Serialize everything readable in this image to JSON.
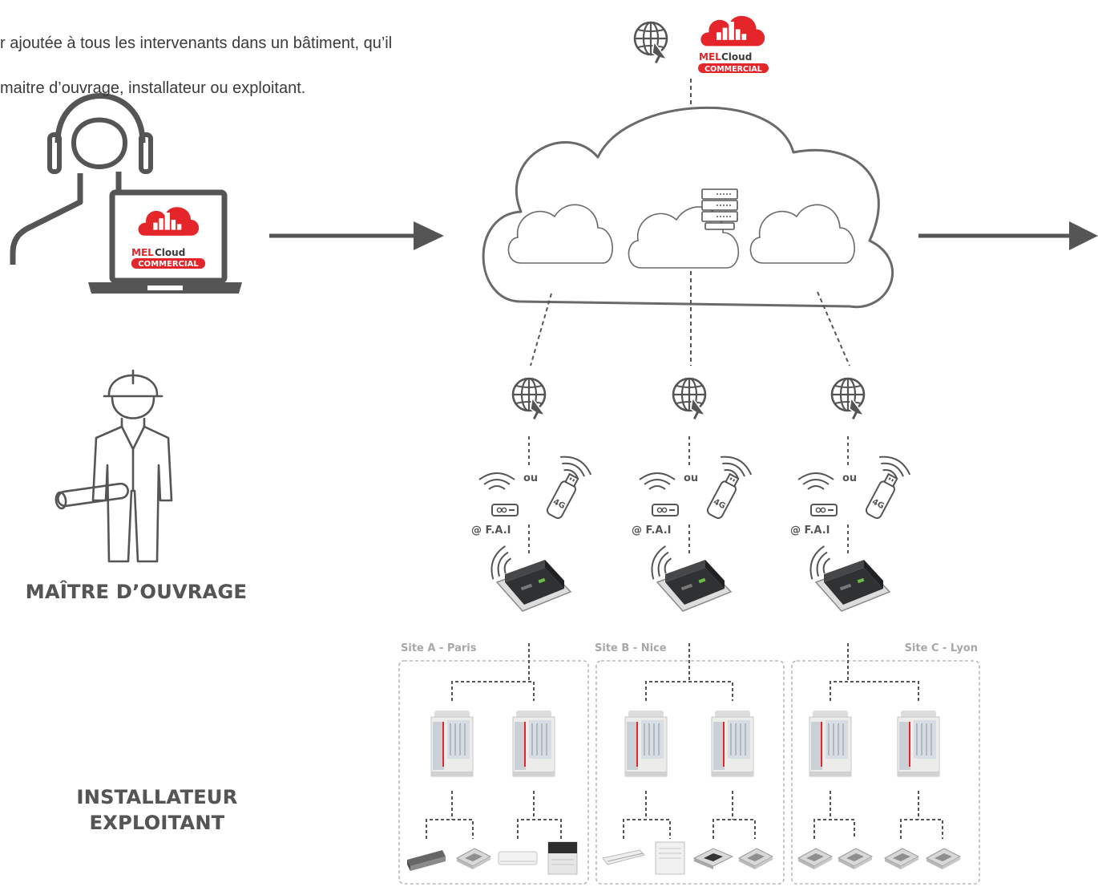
{
  "intro": {
    "line1": "r ajoutée à tous les intervenants dans un bâtiment, qu’il",
    "line2": "maitre d’ouvrage, installateur ou exploitant."
  },
  "logo": {
    "brand_mel": "MEL",
    "brand_cloud": "Cloud",
    "product": "COMMERCIAL"
  },
  "roles": {
    "owner": "MAÎTRE D’OUVRAGE",
    "installer_line1": "INSTALLATEUR",
    "installer_line2": "EXPLOITANT"
  },
  "connectivity": {
    "or_label": "ou",
    "isp_label": "@ F.A.I",
    "modem_label": "4G"
  },
  "sites": [
    {
      "label": "Site A - Paris"
    },
    {
      "label": "Site B - Nice"
    },
    {
      "label": "Site C - Lyon"
    }
  ],
  "colors": {
    "brand_red": "#e4262b",
    "line_gray": "#555555",
    "light_gray": "#bdbdbd",
    "site_label": "#a8a8a8"
  }
}
